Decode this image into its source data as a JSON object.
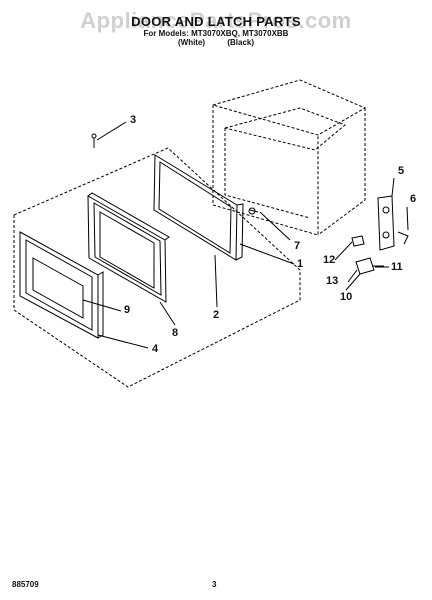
{
  "header": {
    "title": "DOOR AND LATCH PARTS",
    "subtitle": "For Models: MT3070XBQ, MT3070XBB",
    "color_white": "(White)",
    "color_black": "(Black)"
  },
  "watermark": "AppliancePartsPros.com",
  "callouts": {
    "c1": "1",
    "c2": "2",
    "c3": "3",
    "c4": "4",
    "c5": "5",
    "c6": "6",
    "c7": "7",
    "c8": "8",
    "c9": "9",
    "c10": "10",
    "c11": "11",
    "c12": "12",
    "c13": "13"
  },
  "footer": {
    "doc_number": "885709",
    "page_number": "3"
  }
}
